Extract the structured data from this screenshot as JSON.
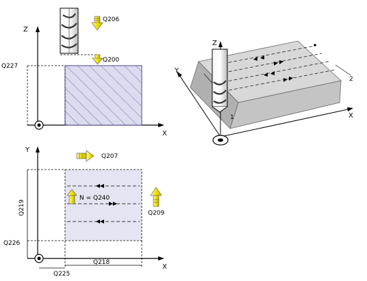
{
  "top_view": {
    "axis_z": "Z",
    "axis_x": "X",
    "q206": "Q206",
    "q200": "Q200",
    "q227": "Q227"
  },
  "plan_view": {
    "axis_y": "Y",
    "axis_x": "X",
    "q207": "Q207",
    "n_eq": "N = Q240",
    "q209": "Q209",
    "q219": "Q219",
    "q226": "Q226",
    "q225": "Q225",
    "q218": "Q218"
  },
  "iso_view": {
    "axis_z": "Z",
    "axis_y": "Y",
    "axis_x": "X",
    "corner_1": "1",
    "corner_2": "2"
  },
  "colors": {
    "hatch_fill": "#dcdcf0",
    "hatch_line": "#4a4a8a",
    "plan_fill": "#e4e4f2",
    "arrow_yellow": "#f2e000",
    "iso_top": "#d8d8d8",
    "iso_side": "#b0b0b0",
    "iso_front": "#c4c4c4"
  }
}
